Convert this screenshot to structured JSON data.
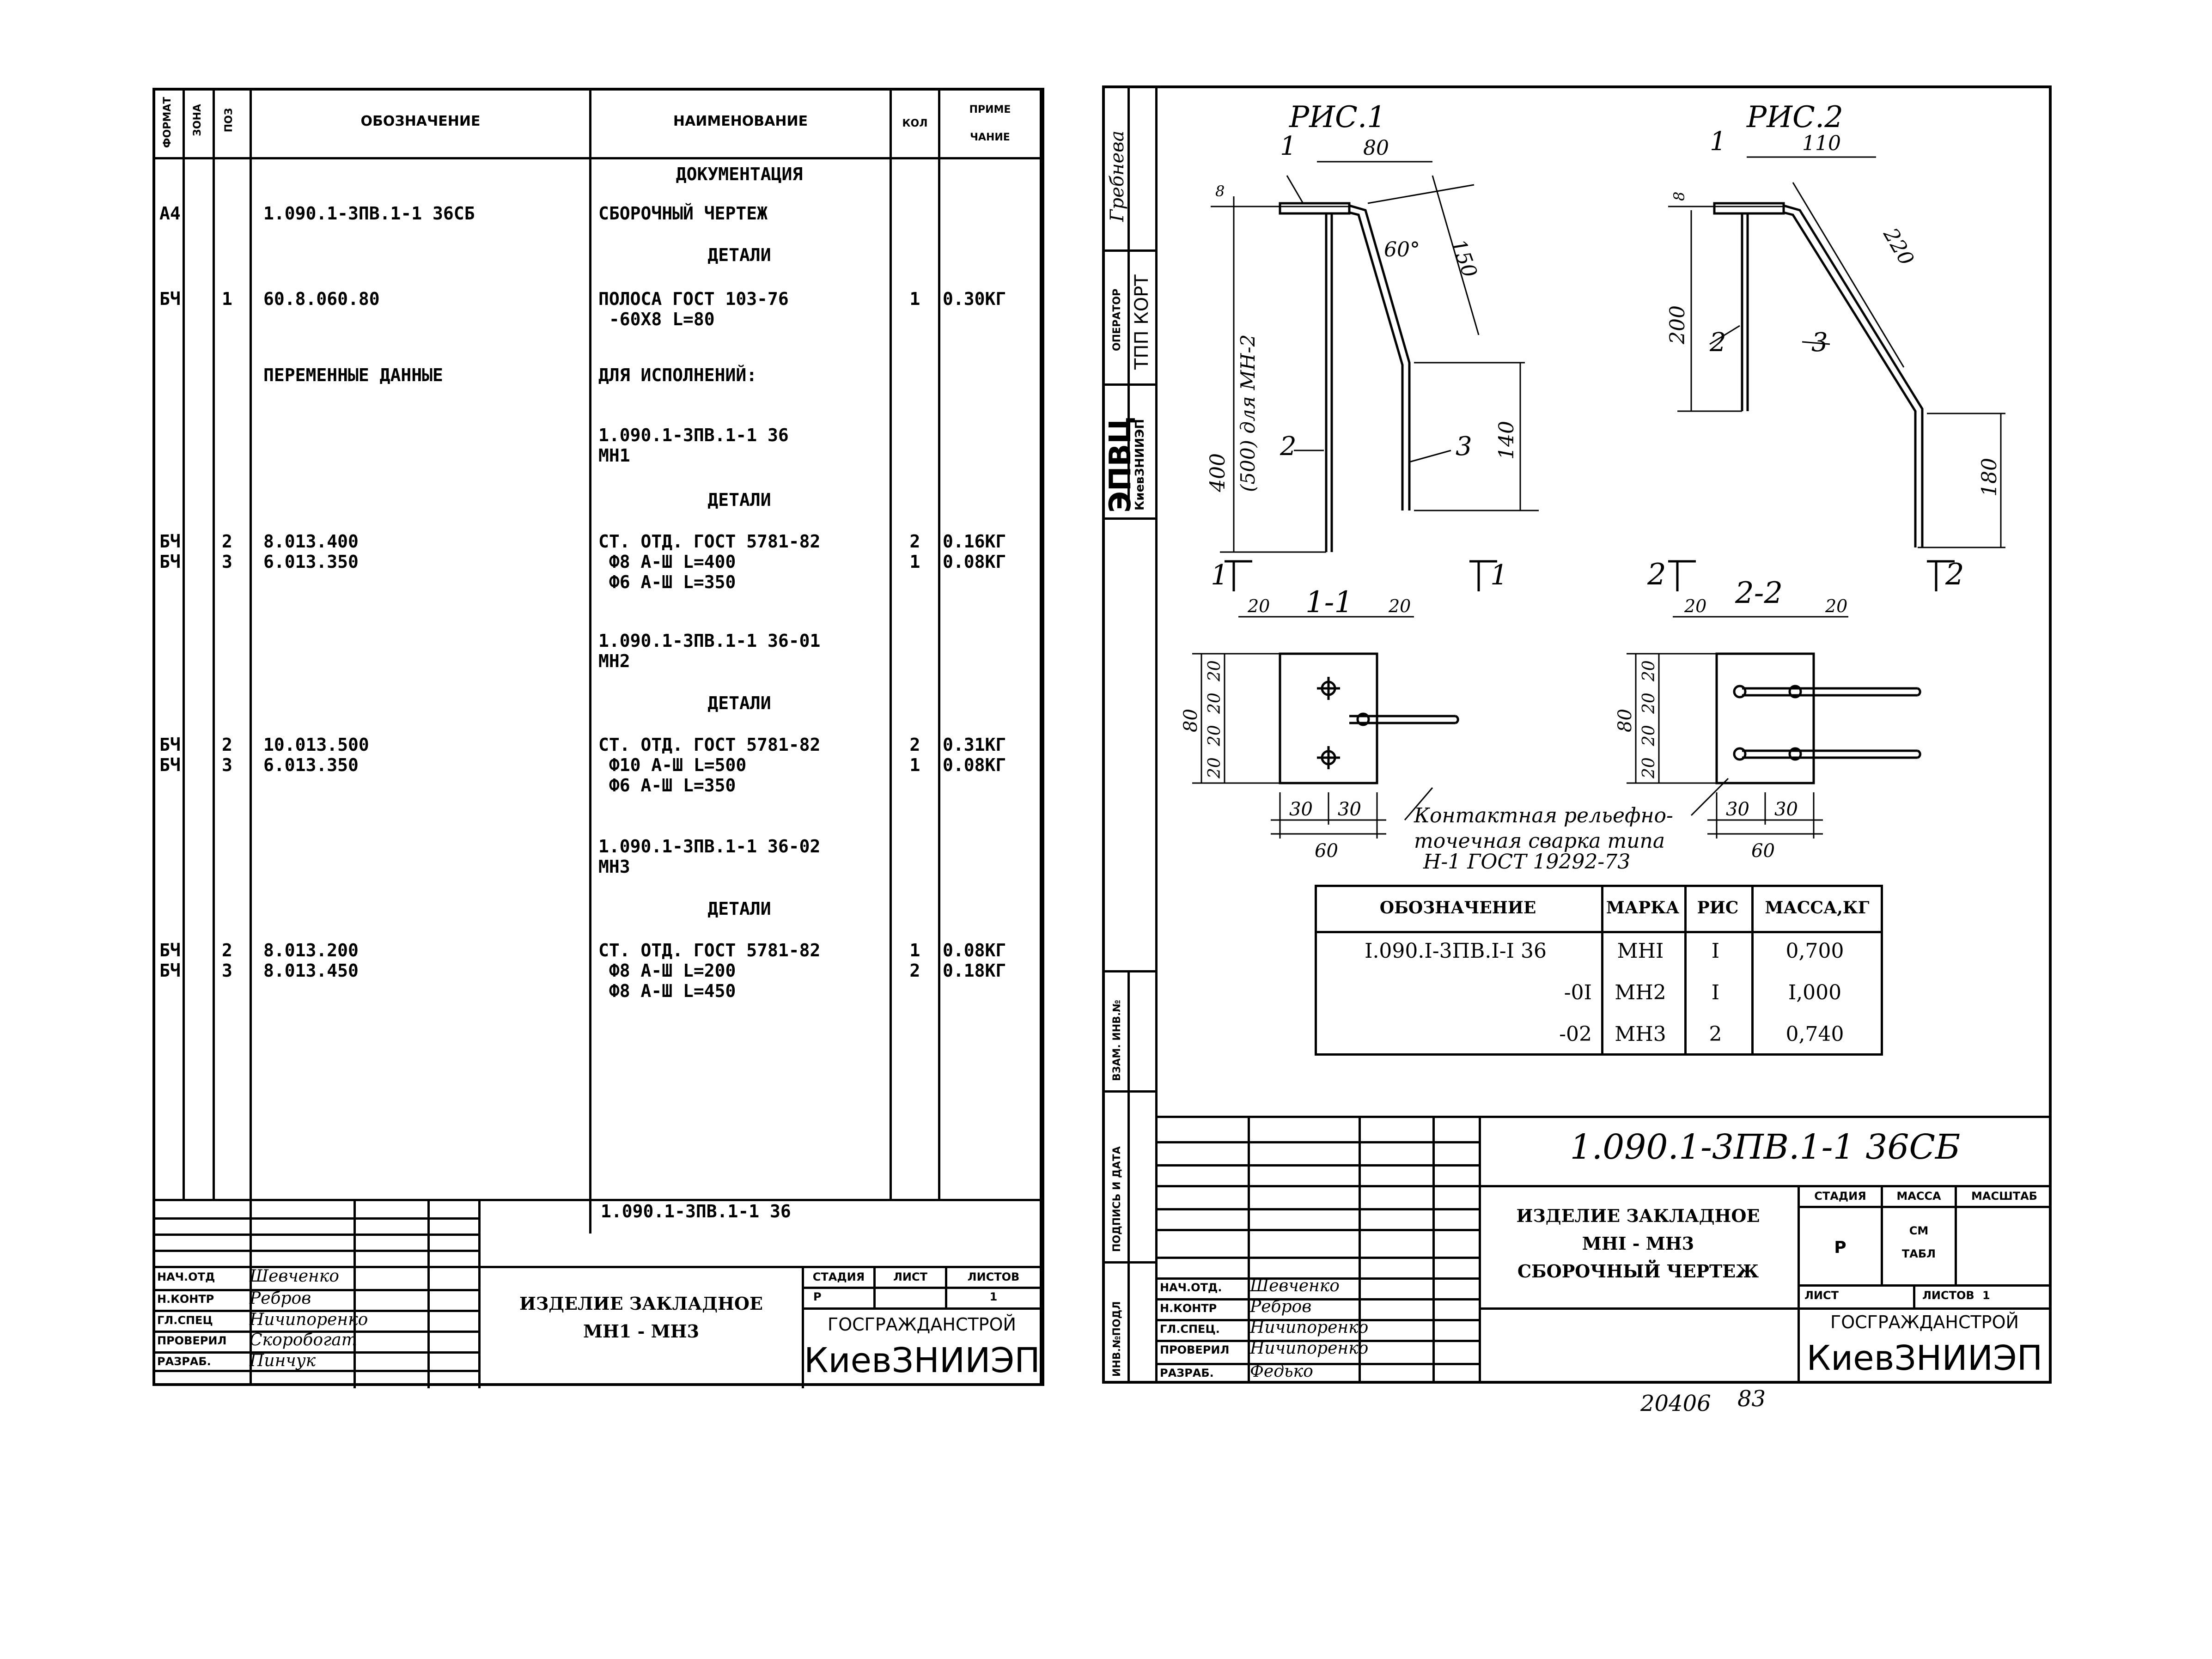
{
  "left_sheet": {
    "headers": {
      "format": "ФОРМАТ",
      "zone": "ЗОНА",
      "pos": "ПОЗ",
      "designation": "ОБОЗНАЧЕНИЕ",
      "name": "НАИМЕНОВАНИЕ",
      "qty": "КОЛ",
      "note_line1": "ПРИМЕ",
      "note_line2": "ЧАНИЕ"
    },
    "rows": [
      {
        "format": "",
        "pos": "",
        "designation": "",
        "name": "ДОКУМЕНТАЦИЯ",
        "qty": "",
        "note": "",
        "heading": true
      },
      {
        "format": "А4",
        "pos": "",
        "designation": "1.090.1-3ПВ.1-1 36СБ",
        "name": "СБОРОЧНЫЙ ЧЕРТЕЖ",
        "qty": "",
        "note": ""
      },
      {
        "format": "",
        "pos": "",
        "designation": "",
        "name": "ДЕТАЛИ",
        "qty": "",
        "note": "",
        "heading": true
      },
      {
        "format": "БЧ",
        "pos": "1",
        "designation": "60.8.060.80",
        "name": "ПОЛОСА ГОСТ 103-76\n -60Х8 L=80",
        "qty": "1",
        "note": "0.30КГ"
      },
      {
        "format": "",
        "pos": "",
        "designation": "ПЕРЕМЕННЫЕ ДАННЫЕ",
        "name": "ДЛЯ ИСПОЛНЕНИЙ:",
        "qty": "",
        "note": ""
      },
      {
        "format": "",
        "pos": "",
        "designation": "",
        "name": "1.090.1-3ПВ.1-1 36\nМН1",
        "qty": "",
        "note": ""
      },
      {
        "format": "",
        "pos": "",
        "designation": "",
        "name": "ДЕТАЛИ",
        "qty": "",
        "note": "",
        "heading": true
      },
      {
        "format": "БЧ\nБЧ",
        "pos": "2\n3",
        "designation": "8.013.400\n6.013.350",
        "name": "СТ. ОТД. ГОСТ 5781-82\n Ф8 А-Ш L=400\n Ф6 А-Ш L=350",
        "qty": "2\n1",
        "note": "0.16КГ\n0.08КГ"
      },
      {
        "format": "",
        "pos": "",
        "designation": "",
        "name": "1.090.1-3ПВ.1-1 36-01\nМН2",
        "qty": "",
        "note": ""
      },
      {
        "format": "",
        "pos": "",
        "designation": "",
        "name": "ДЕТАЛИ",
        "qty": "",
        "note": "",
        "heading": true
      },
      {
        "format": "БЧ\nБЧ",
        "pos": "2\n3",
        "designation": "10.013.500\n6.013.350",
        "name": "СТ. ОТД. ГОСТ 5781-82\n Ф10 А-Ш L=500\n Ф6 А-Ш L=350",
        "qty": "2\n1",
        "note": "0.31КГ\n0.08КГ"
      },
      {
        "format": "",
        "pos": "",
        "designation": "",
        "name": "1.090.1-3ПВ.1-1 36-02\nМН3",
        "qty": "",
        "note": ""
      },
      {
        "format": "",
        "pos": "",
        "designation": "",
        "name": "ДЕТАЛИ",
        "qty": "",
        "note": "",
        "heading": true
      },
      {
        "format": "БЧ\nБЧ",
        "pos": "2\n3",
        "designation": "8.013.200\n8.013.450",
        "name": "СТ. ОТД. ГОСТ 5781-82\n Ф8 А-Ш L=200\n Ф8 А-Ш L=450",
        "qty": "1\n2",
        "note": "0.08КГ\n0.18КГ"
      }
    ],
    "title_block": {
      "document_code": "1.090.1-3ПВ.1-1 36",
      "title_line1": "ИЗДЕЛИЕ ЗАКЛАДНОЕ",
      "title_line2": "МН1 - МН3",
      "stage_label": "СТАДИЯ",
      "sheet_label": "ЛИСТ",
      "sheets_label": "ЛИСТОВ",
      "stage": "Р",
      "sheets": "1",
      "org_line1": "ГОСГРАЖДАНСТРОЙ",
      "org_line2": "КиевЗНИИЭП",
      "signatures": [
        {
          "role": "НАЧ.ОТД",
          "name": "Шевченко"
        },
        {
          "role": "Н.КОНТР",
          "name": "Ребров"
        },
        {
          "role": "ГЛ.СПЕЦ",
          "name": "Ничипоренко"
        },
        {
          "role": "ПРОВЕРИЛ",
          "name": "Скоробогат"
        },
        {
          "role": "РАЗРАБ.",
          "name": "Пинчук"
        }
      ]
    }
  },
  "right_sheet": {
    "side_strip": {
      "name_sign": "Гребнева",
      "operator_label": "ОПЕРАТОР",
      "operator": "ТПП КОРТ",
      "org_short": "ЭПВЦ",
      "org_sub": "КиевЗНИИЭП",
      "labels": [
        "ВЗАМ. ИНВ.№",
        "ПОДПИСЬ И ДАТА",
        "ИНВ.№ПОДЛ"
      ]
    },
    "figures": {
      "fig1_title": "РИС.1",
      "fig2_title": "РИС.2",
      "sec1_title": "1-1",
      "sec2_title": "2-2",
      "mark1": "1",
      "mark2": "2",
      "fig1_dims": [
        "80",
        "8",
        "60°",
        "150",
        "400",
        "(500) для МН-2",
        "140"
      ],
      "fig2_dims": [
        "110",
        "8",
        "220",
        "200",
        "180"
      ],
      "section_dims": [
        "20",
        "20",
        "80",
        "20",
        "20",
        "20",
        "20",
        "30",
        "30",
        "60"
      ],
      "parts": [
        "1",
        "2",
        "3"
      ],
      "weld_note_line1": "Контактная рельефно-",
      "weld_note_line2": "точечная сварка типа",
      "weld_note_line3": "Н-1 ГОСТ 19292-73"
    },
    "mass_table": {
      "headers": [
        "ОБОЗНАЧЕНИЕ",
        "МАРКА",
        "РИС",
        "МАССА,КГ"
      ],
      "rows": [
        [
          "I.090.I-3ПВ.I-I 36",
          "МНI",
          "I",
          "0,700"
        ],
        [
          "-0I",
          "МН2",
          "I",
          "I,000"
        ],
        [
          "-02",
          "МН3",
          "2",
          "0,740"
        ]
      ]
    },
    "title_block": {
      "document_code": "1.090.1-3ПВ.1-1  36СБ",
      "title_line1": "ИЗДЕЛИЕ ЗАКЛАДНОЕ",
      "title_line2": "МНI - МН3",
      "title_line3": "СБОРОЧНЫЙ ЧЕРТЕЖ",
      "stage_label": "СТАДИЯ",
      "mass_label": "МАССА",
      "scale_label": "МАСШТАБ",
      "stage": "Р",
      "mass_line1": "СМ",
      "mass_line2": "ТАБЛ",
      "sheet_label": "ЛИСТ",
      "sheets_label": "ЛИСТОВ",
      "sheets": "1",
      "org_line1": "ГОСГРАЖДАНСТРОЙ",
      "org_line2": "КиевЗНИИЭП",
      "signatures": [
        {
          "role": "НАЧ.ОТД.",
          "name": "Шевченко"
        },
        {
          "role": "Н.КОНТР",
          "name": "Ребров"
        },
        {
          "role": "ГЛ.СПЕЦ.",
          "name": "Ничипоренко"
        },
        {
          "role": "ПРОВЕРИЛ",
          "name": "Ничипоренко"
        },
        {
          "role": "РАЗРАБ.",
          "name": "Федько"
        }
      ]
    },
    "footer_numbers": [
      "20406",
      "83"
    ]
  }
}
